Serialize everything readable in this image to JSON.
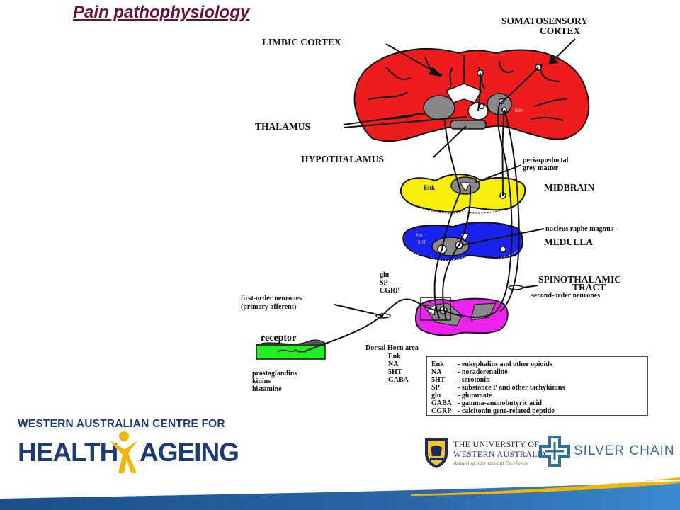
{
  "title": "Pain pathophysiology",
  "labels": {
    "somatosensory_1": "SOMATOSENSORY",
    "somatosensory_2": "CORTEX",
    "limbic": "LIMBIC CORTEX",
    "thalamus": "THALAMUS",
    "hypothalamus": "HYPOTHALAMUS",
    "pag_1": "periaqueductal",
    "pag_2": "grey matter",
    "midbrain": "MIDBRAIN",
    "nrm": "nucleus raphe magnus",
    "medulla": "MEDULLA",
    "spinothalamic_1": "SPINOTHALAMIC",
    "spinothalamic_2": "TRACT",
    "second_order": "second-order neurones",
    "first_order_1": "first-order neurones",
    "first_order_2": "(primary afferent)",
    "glu": "glu",
    "sp": "SP",
    "cgrp": "CGRP",
    "receptor": "receptor",
    "prostaglandins": "prostaglandins",
    "kinins": "kinins",
    "histamine": "histamine",
    "dorsal_horn": "Dorsal Horn area",
    "enk_midbrain": "Enk",
    "enk_cortex": "Enk",
    "medulla_nt_1": "NA",
    "medulla_nt_2": "5HT"
  },
  "dorsal_horn_list": [
    "Enk",
    "NA",
    "5HT",
    "GABA"
  ],
  "legend": [
    {
      "abbr": "Enk",
      "desc": "- enkephalins and other opioids"
    },
    {
      "abbr": "NA",
      "desc": "- noraderenaline"
    },
    {
      "abbr": "5HT",
      "desc": "- serotonin"
    },
    {
      "abbr": "SP",
      "desc": "- substance P and other tachykinins"
    },
    {
      "abbr": "glu",
      "desc": "- glutamate"
    },
    {
      "abbr": "GABA",
      "desc": "- gamma-aminobutyric acid"
    },
    {
      "abbr": "CGRP",
      "desc": "- calcitonin gene-related peptide"
    }
  ],
  "logos": {
    "wa_top": "WESTERN AUSTRALIAN CENTRE FOR",
    "wa_health": "HEALTH",
    "wa_ageing": "AGEING",
    "uwa_line1": "THE UNIVERSITY OF",
    "uwa_line2": "WESTERN AUSTRALIA",
    "uwa_motto": "Achieving International Excellence",
    "silver_chain": "SILVER CHAIN"
  },
  "colors": {
    "cortex": "#ee1c1c",
    "midbrain": "#f7ee0e",
    "medulla": "#1a22ee",
    "spinal_cord": "#ee22ee",
    "grey": "#888888",
    "receptor": "#22ee22",
    "title": "#6b0f3a",
    "logo_blue": "#1d3a7a",
    "logo_gold": "#f2b705"
  }
}
